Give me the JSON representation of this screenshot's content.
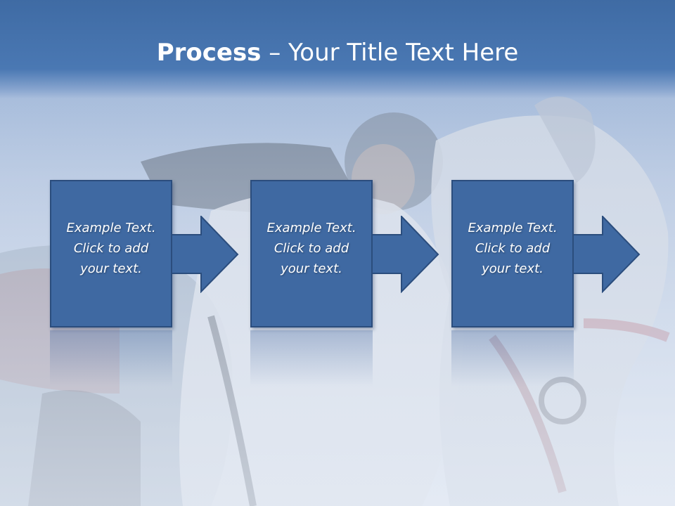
{
  "slide": {
    "title_bold": "Process",
    "title_rest": " – Your Title Text Here"
  },
  "steps": [
    {
      "line1": "Example Text.",
      "line2": "Click  to add",
      "line3": "your text."
    },
    {
      "line1": "Example Text.",
      "line2": "Click  to add",
      "line3": "your text."
    },
    {
      "line1": "Example Text.",
      "line2": "Click  to add",
      "line3": "your text."
    }
  ],
  "colors": {
    "title_band": "#4a78b3",
    "box_fill": "#3f69a2",
    "box_border": "#2b4d7d",
    "text": "#ffffff"
  },
  "icons": {
    "arrow": "arrow-right-icon"
  }
}
